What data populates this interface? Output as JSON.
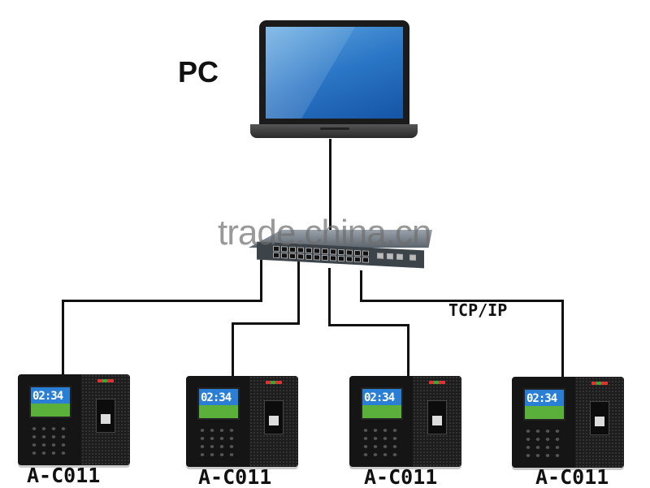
{
  "diagram": {
    "pc_label": "PC",
    "connection_label": "TCP/IP",
    "watermark": "trade.china.cn",
    "devices": [
      {
        "label": "A-C011",
        "screen_time": "02:34"
      },
      {
        "label": "A-C011",
        "screen_time": "02:34"
      },
      {
        "label": "A-C011",
        "screen_time": "02:34"
      },
      {
        "label": "A-C011",
        "screen_time": "02:34"
      }
    ],
    "colors": {
      "wire": "#111111",
      "screen": "#2b76c6",
      "device": "#151515"
    }
  }
}
